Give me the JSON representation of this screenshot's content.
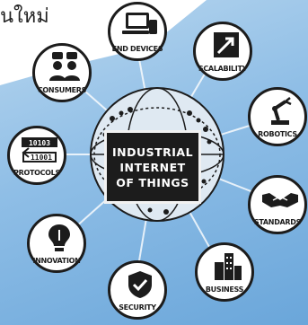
{
  "header_text": "นใหม่",
  "center": {
    "line1": "INDUSTRIAL",
    "line2": "INTERNET",
    "line3": "OF THINGS"
  },
  "nodes": {
    "end_devices": "END DEVICES",
    "scalability": "SCALABILITY",
    "robotics": "ROBOTICS",
    "standards": "STANDARDS",
    "business": "BUSINESS",
    "security": "SECURITY",
    "innovation": "INNOVATION",
    "protocols": "PROTOCOLS",
    "consumers": "CONSUMERS"
  },
  "protocol_codes": [
    "10103",
    "11001"
  ],
  "icons": {
    "end_devices": "devices-icon",
    "scalability": "scale-arrow-icon",
    "robotics": "robot-arm-icon",
    "standards": "handshake-icon",
    "business": "buildings-icon",
    "security": "shield-check-icon",
    "innovation": "lightbulb-icon",
    "protocols": "binary-arrows-icon",
    "consumers": "people-chat-icon"
  },
  "colors": {
    "background": "#8fbee6",
    "ink": "#1c1c1c",
    "node_fill": "#ffffff"
  }
}
